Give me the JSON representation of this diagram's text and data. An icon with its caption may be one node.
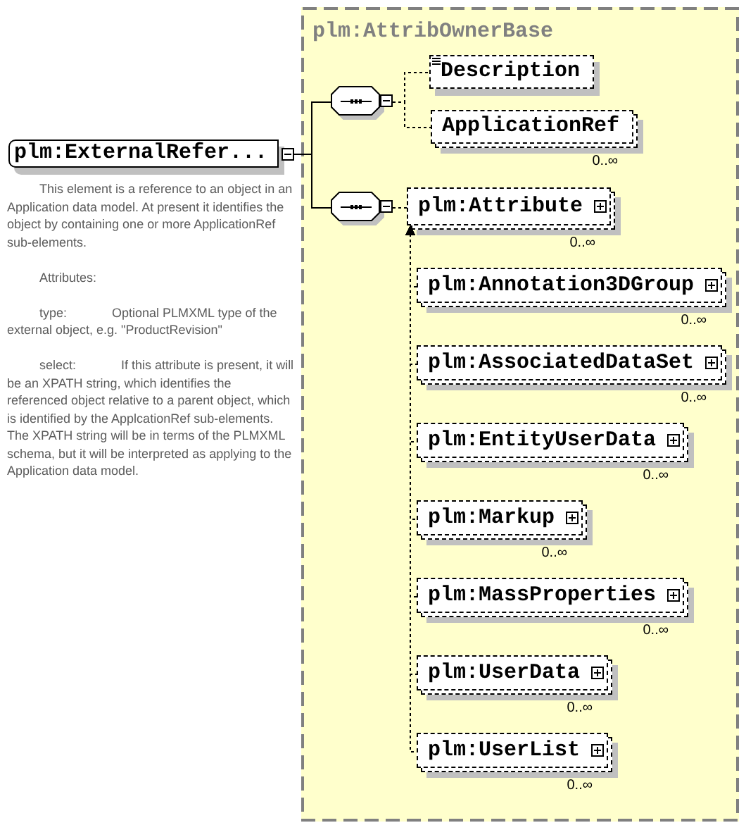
{
  "diagram": {
    "nodes": [
      {
        "text": [
          "plm:ExternalRefer..."
        ],
        "beside": [
          "This element is a reference to an object in an Application data model. At present it identifies the object by containing one or more ApplicationRef sub-elements.",
          "Attributes:",
          "type:",
          "Optional PLMXML type of the external object, e.g. \"ProductRevision\"",
          "select:",
          "If this attribute is present, it will be an XPATH string, which identifies the referenced object relative to a parent object, which is identified by the ApplcationRef sub-elements. The XPATH string will be in terms of the PLMXML schema, but it will be interpreted as applying to the Application data model."
        ]
      },
      {
        "text": [
          "plm:AttribOwnerBase"
        ]
      },
      {
        "text": [],
        "shape": "octagon",
        "in": 1
      },
      {
        "text": [
          "Description"
        ],
        "in": 1
      },
      {
        "text": [
          "ApplicationRef"
        ],
        "in": 1,
        "beside": [
          "0..∞"
        ]
      },
      {
        "text": [],
        "shape": "octagon",
        "in": 1
      },
      {
        "text": [
          "plm:Attribute"
        ],
        "in": 1,
        "beside": [
          "0..∞"
        ]
      },
      {
        "text": [
          "plm:Annotation3DGroup"
        ],
        "in": 1,
        "beside": [
          "0..∞"
        ]
      },
      {
        "text": [
          "plm:AssociatedDataSet"
        ],
        "in": 1,
        "beside": [
          "0..∞"
        ]
      },
      {
        "text": [
          "plm:EntityUserData"
        ],
        "in": 1,
        "beside": [
          "0..∞"
        ]
      },
      {
        "text": [
          "plm:Markup"
        ],
        "in": 1,
        "beside": [
          "0..∞"
        ]
      },
      {
        "text": [
          "plm:MassProperties"
        ],
        "in": 1,
        "beside": [
          "0..∞"
        ]
      },
      {
        "text": [
          "plm:UserData"
        ],
        "in": 1,
        "beside": [
          "0..∞"
        ]
      },
      {
        "text": [
          "plm:UserList"
        ],
        "in": 1,
        "beside": [
          "0..∞"
        ]
      }
    ],
    "edges": [
      {
        "from": 0,
        "to": 2,
        "arrow": "none"
      },
      {
        "from": 0,
        "to": 5,
        "arrow": "none"
      },
      {
        "from": 2,
        "to": 3,
        "arrow": "none",
        "style": "dashed"
      },
      {
        "from": 2,
        "to": 4,
        "arrow": "none",
        "style": "dashed"
      },
      {
        "from": 5,
        "to": 6,
        "arrow": "none",
        "style": "dashed"
      },
      {
        "from": 7,
        "to": 6,
        "arrow": "to",
        "style": "dashed"
      },
      {
        "from": 8,
        "to": 6,
        "arrow": "to",
        "style": "dashed"
      },
      {
        "from": 9,
        "to": 6,
        "arrow": "to",
        "style": "dashed"
      },
      {
        "from": 10,
        "to": 6,
        "arrow": "to",
        "style": "dashed"
      },
      {
        "from": 11,
        "to": 6,
        "arrow": "to",
        "style": "dashed"
      },
      {
        "from": 12,
        "to": 6,
        "arrow": "to",
        "style": "dashed"
      },
      {
        "from": 13,
        "to": 6,
        "arrow": "to",
        "style": "dashed"
      }
    ]
  }
}
